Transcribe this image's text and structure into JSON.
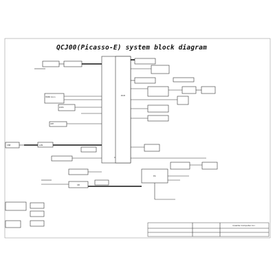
{
  "diagram": {
    "title": "QCJ00(Picasso-E) system block diagram"
  },
  "blocks": {
    "cpu_label": "CPU",
    "pch_label": "PCH"
  },
  "left_labels": {
    "hdmi": "HDMI Conn",
    "lvds": "LVDS",
    "crt": "CRT",
    "usb": "USB",
    "lan": "LAN"
  },
  "bottom_labels": {
    "ec": "EC",
    "kb": "KB"
  },
  "title_block": {
    "company": "Quanta Computer Inc."
  }
}
